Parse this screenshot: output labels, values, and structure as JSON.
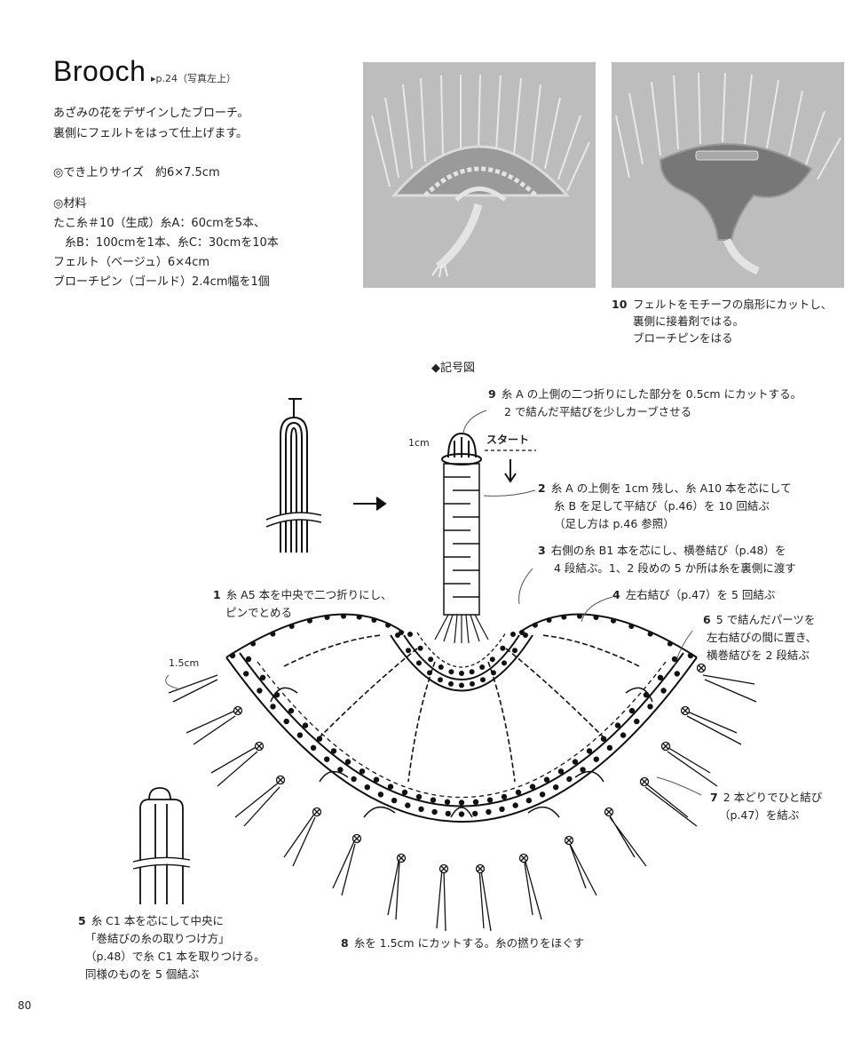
{
  "header": {
    "title": "Brooch",
    "page_ref": "▸p.24（写真左上）",
    "intro_line1": "あざみの花をデザインしたブローチ。",
    "intro_line2": "裏側にフェルトをはって仕上げます。"
  },
  "spec": {
    "size_label": "◎でき上りサイズ　約6×7.5cm",
    "materials_label": "◎材料",
    "materials": [
      "たこ糸＃10（生成）糸A：60cmを5本、",
      "　糸B：100cmを1本、糸C：30cmを10本",
      "フェルト（ベージュ）6×4cm",
      "ブローチピン（ゴールド）2.4cm幅を1個"
    ]
  },
  "photo_caption": {
    "num": "10",
    "lines": [
      "フェルトをモチーフの扇形にカットし、",
      "裏側に接着剤ではる。",
      "ブローチピンをはる"
    ]
  },
  "diagram_title": "◆記号図",
  "labels": {
    "start": "スタート",
    "cm1": "1cm",
    "cm15": "1.5cm"
  },
  "steps": {
    "s1": {
      "num": "1",
      "lines": [
        "糸 A5 本を中央で二つ折りにし、",
        "ピンでとめる"
      ]
    },
    "s2": {
      "num": "2",
      "lines": [
        "糸 A の上側を 1cm 残し、糸 A10 本を芯にして",
        "糸 B を足して平結び（p.46）を 10 回結ぶ",
        "（足し方は p.46 参照）"
      ]
    },
    "s3": {
      "num": "3",
      "lines": [
        "右側の糸 B1 本を芯にし、横巻結び（p.48）を",
        "4 段結ぶ。1、2 段めの 5 か所は糸を裏側に渡す"
      ]
    },
    "s4": {
      "num": "4",
      "lines": [
        "左右結び（p.47）を 5 回結ぶ"
      ]
    },
    "s5": {
      "num": "5",
      "lines": [
        "糸 C1 本を芯にして中央に",
        "「巻結びの糸の取りつけ方」",
        "（p.48）で糸 C1 本を取りつける。",
        "同様のものを 5 個結ぶ"
      ]
    },
    "s6": {
      "num": "6",
      "lines": [
        "5 で結んだパーツを",
        "左右結びの間に置き、",
        "横巻結びを 2 段結ぶ"
      ]
    },
    "s7": {
      "num": "7",
      "lines": [
        "2 本どりでひと結び",
        "（p.47）を結ぶ"
      ]
    },
    "s8": {
      "num": "8",
      "lines": [
        "糸を 1.5cm にカットする。糸の撚りをほぐす"
      ]
    },
    "s9": {
      "num": "9",
      "lines": [
        "糸 A の上側の二つ折りにした部分を 0.5cm にカットする。",
        "2 で結んだ平結びを少しカーブさせる"
      ]
    }
  },
  "page_number": "80"
}
